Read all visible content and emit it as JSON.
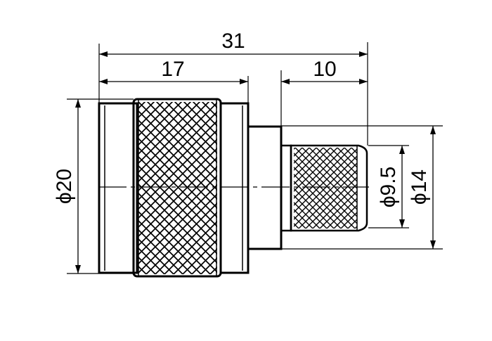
{
  "dimensions": {
    "overall_length": "31",
    "body_length": "17",
    "crimp_length": "10",
    "body_diameter": "ϕ20",
    "crimp_diameter": "ϕ9.5",
    "step_diameter": "ϕ14"
  },
  "colors": {
    "line": "#000000",
    "background": "#ffffff"
  }
}
